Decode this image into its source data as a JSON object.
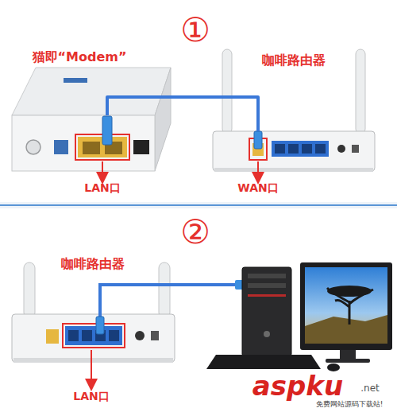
{
  "diagram": {
    "nodes": [
      {
        "text": [
          "①"
        ]
      },
      {
        "text": [
          "猫即“Modem”"
        ]
      },
      {
        "text": [
          "咖啡路由器"
        ]
      },
      {
        "text": [
          "②"
        ]
      },
      {
        "text": [
          "咖啡路由器"
        ]
      }
    ],
    "edges": [
      {
        "from": 1,
        "to": 2,
        "arrow": "none"
      }
    ],
    "labels": [
      "LAN口",
      "WAN口",
      "LAN口",
      "aspku",
      ".net",
      "免费网站源码下载站!"
    ]
  }
}
